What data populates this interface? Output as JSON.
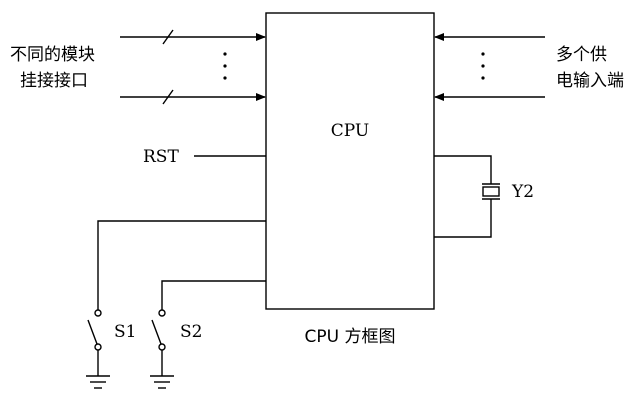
{
  "cpu_label": "CPU",
  "left_interface": {
    "line1": "不同的模块",
    "line2": "挂接接口"
  },
  "right_power": {
    "line1": "多个供",
    "line2": "电输入端"
  },
  "rst_label": "RST",
  "crystal_label": "Y2",
  "switch1_label": "S1",
  "switch2_label": "S2",
  "caption": "CPU 方框图",
  "colors": {
    "line": "#000000",
    "background": "#ffffff"
  }
}
